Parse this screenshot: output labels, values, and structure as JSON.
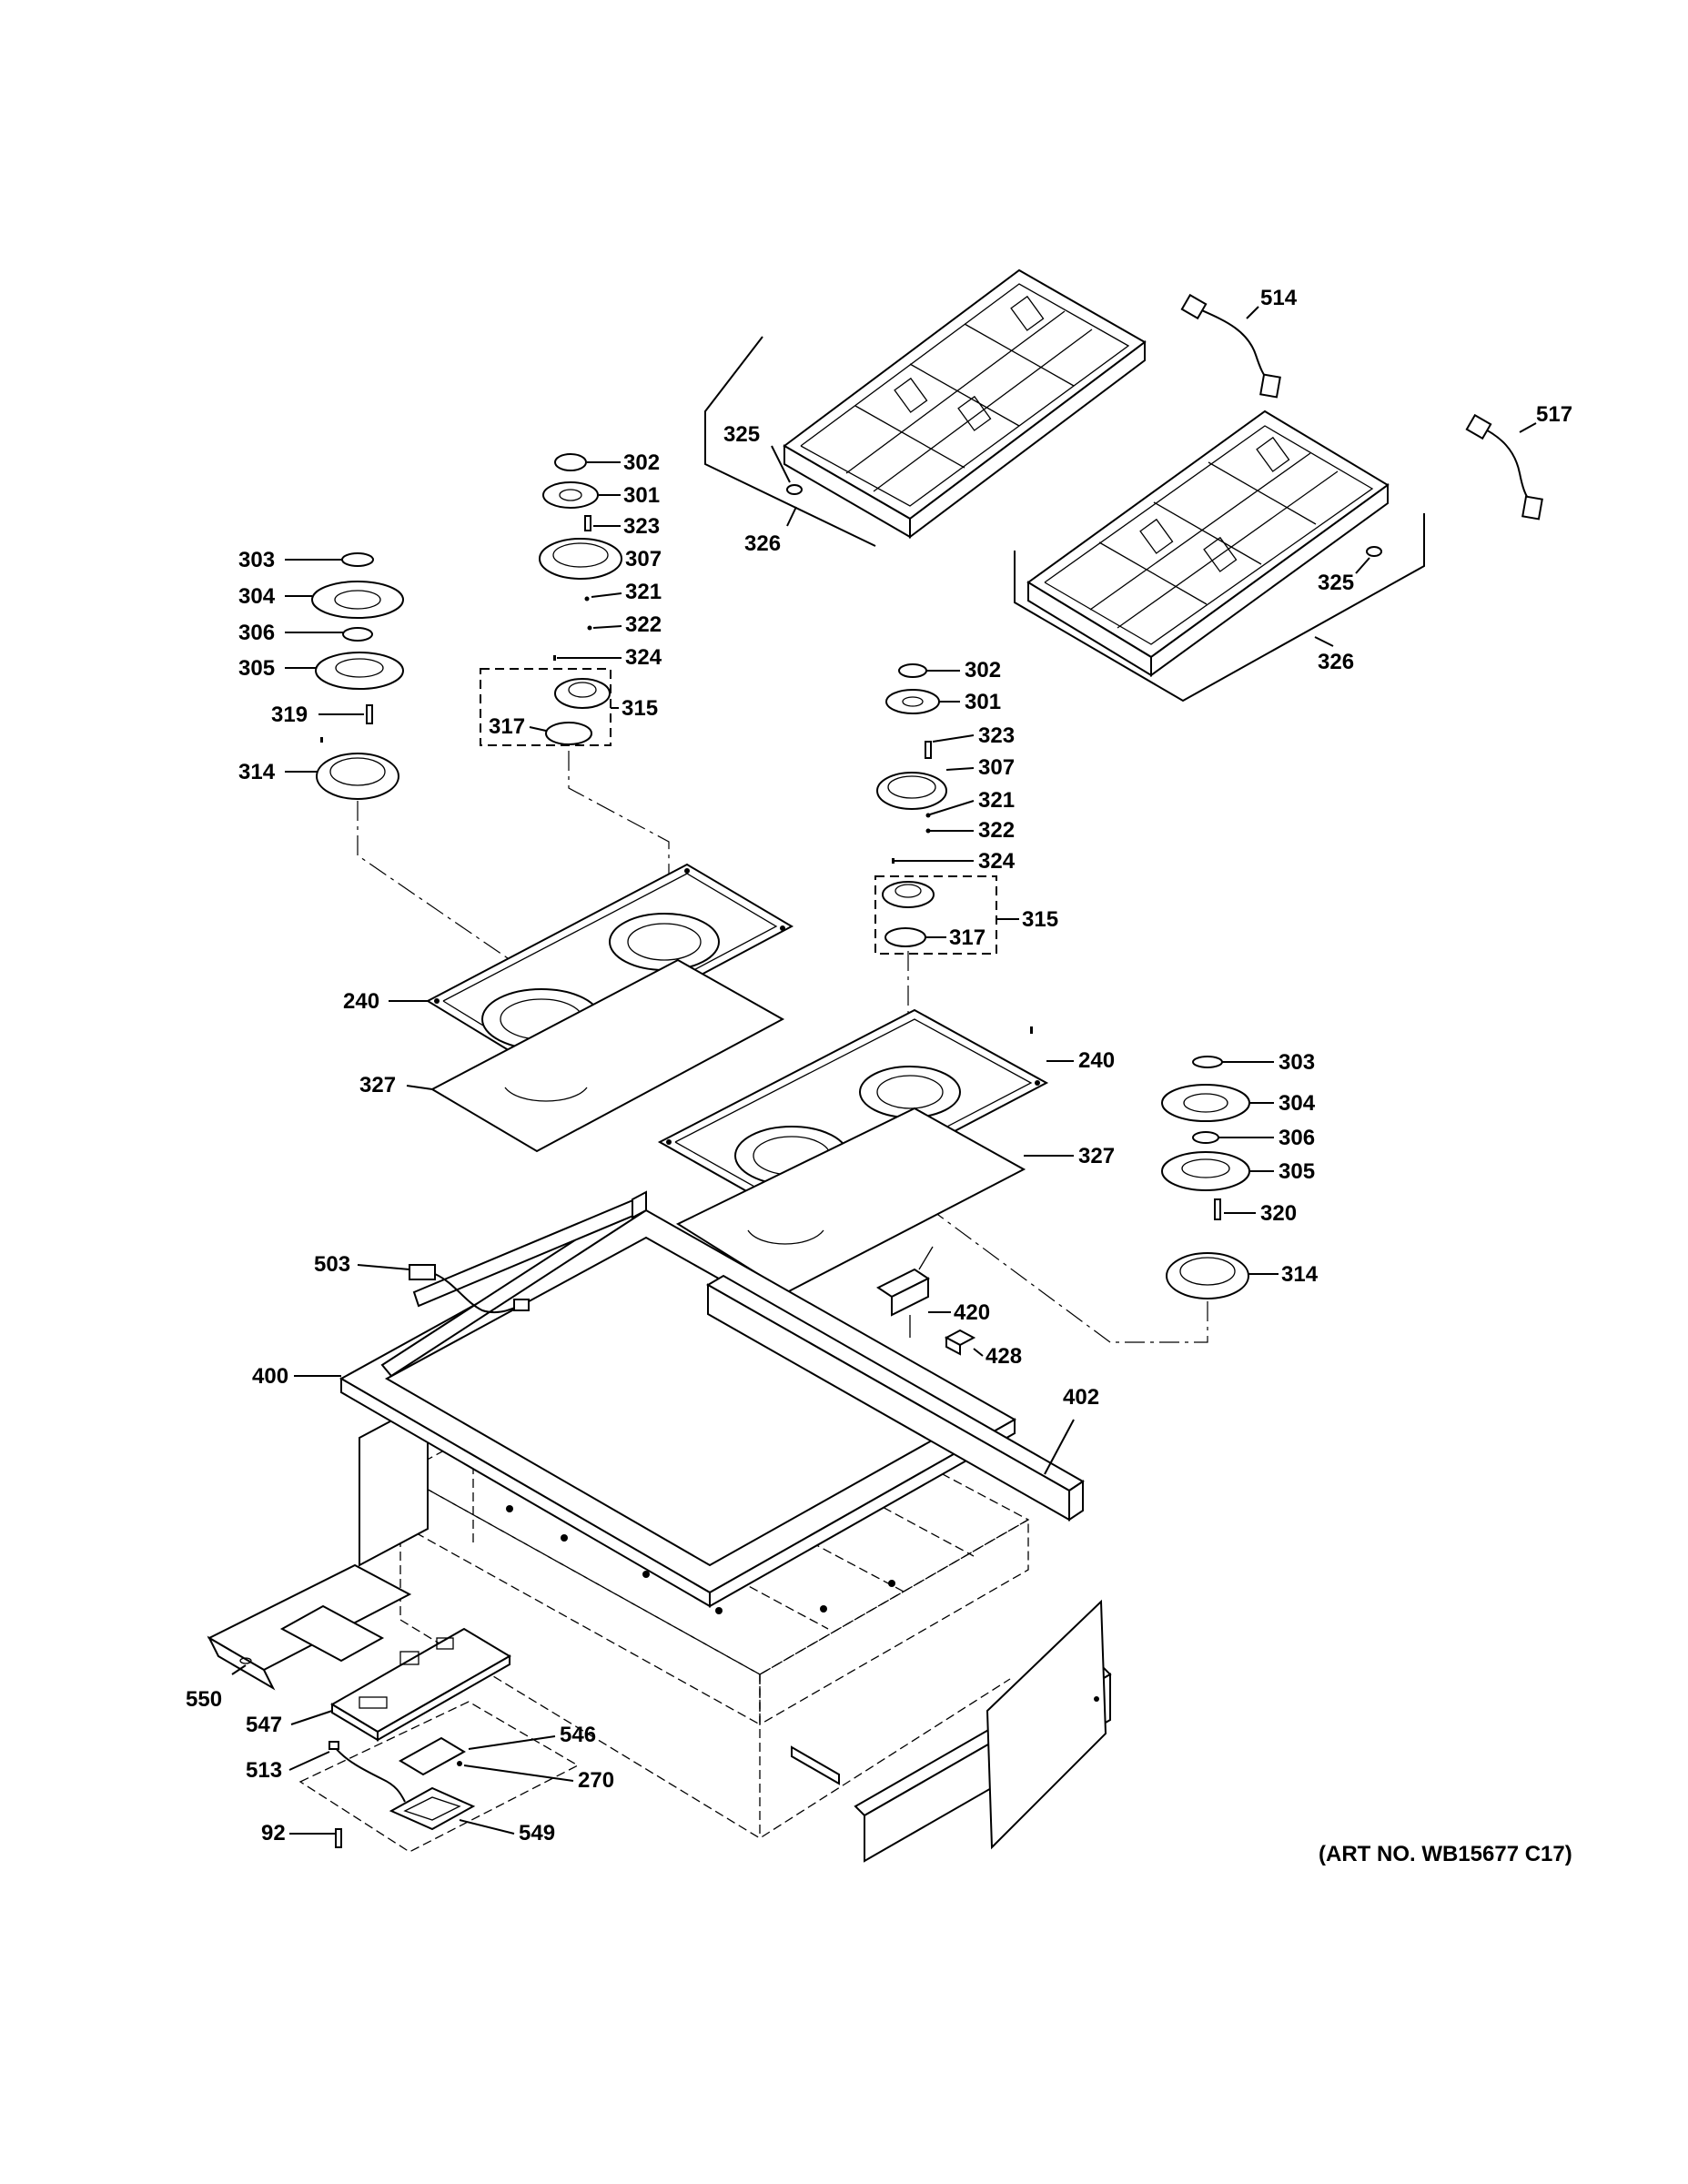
{
  "art_number": "(ART NO. WB15677 C17)",
  "callouts": {
    "c514": "514",
    "c517": "517",
    "c325a": "325",
    "c326a": "326",
    "c325b": "325",
    "c326b": "326",
    "c302a": "302",
    "c301a": "301",
    "c323a": "323",
    "c307a": "307",
    "c321a": "321",
    "c322a": "322",
    "c324a": "324",
    "c315a": "315",
    "c317a": "317",
    "c303a": "303",
    "c304a": "304",
    "c306a": "306",
    "c305a": "305",
    "c319": "319",
    "c314a": "314",
    "c302b": "302",
    "c301b": "301",
    "c323b": "323",
    "c307b": "307",
    "c321b": "321",
    "c322b": "322",
    "c324b": "324",
    "c315b": "315",
    "c317b": "317",
    "c240a": "240",
    "c327a": "327",
    "c240b": "240",
    "c327b": "327",
    "c303b": "303",
    "c304b": "304",
    "c306b": "306",
    "c305b": "305",
    "c320": "320",
    "c314b": "314",
    "c503": "503",
    "c420": "420",
    "c428": "428",
    "c400": "400",
    "c402": "402",
    "c550": "550",
    "c547": "547",
    "c546": "546",
    "c513": "513",
    "c270": "270",
    "c92": "92",
    "c549": "549"
  }
}
